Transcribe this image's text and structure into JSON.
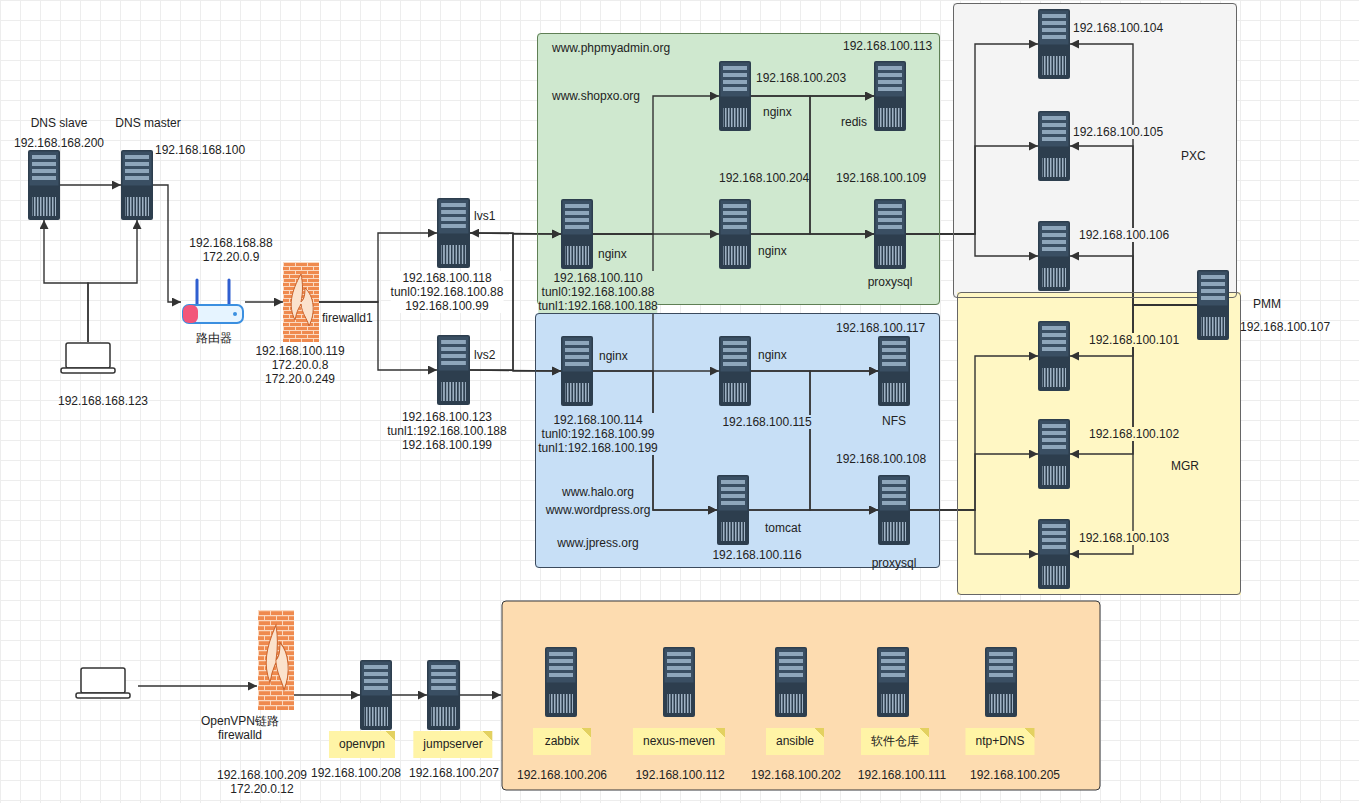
{
  "diagram": {
    "nodes": [
      {
        "text": [
          "DNS slave",
          "192.168.168.200"
        ]
      },
      {
        "text": [
          "DNS master",
          "192.168.168.100"
        ]
      },
      {
        "text": [
          "192.168.168.123"
        ]
      },
      {
        "text": [
          "192.168.168.88 172.20.0.9",
          "路由器"
        ]
      },
      {
        "text": [
          "firewalld1",
          "192.168.100.119 172.20.0.8 172.20.0.249"
        ]
      },
      {
        "text": [
          "lvs1",
          "192.168.100.118 tunl0:192.168.100.88 192.168.100.99"
        ]
      },
      {
        "text": [
          "lvs2",
          "192.168.100.123 tunl1:192.168.100.188 192.168.100.199"
        ]
      },
      {
        "text": [
          "www.phpmyadmin.org",
          "www.shopxo.org"
        ]
      },
      {
        "text": [
          "nginx",
          "192.168.100.110 tunl0:192.168.100.88 tunl1:192.168.100.188"
        ],
        "in": 7
      },
      {
        "text": [
          "192.168.100.203",
          "nginx"
        ],
        "in": 7
      },
      {
        "text": [
          "192.168.100.113",
          "redis"
        ],
        "in": 7
      },
      {
        "text": [
          "192.168.100.204",
          "nginx"
        ],
        "in": 7
      },
      {
        "text": [
          "192.168.100.109",
          "proxysql"
        ],
        "in": 7
      },
      {
        "text": [
          "www.halo.org",
          "www.wordpress.org",
          "www.jpress.org"
        ]
      },
      {
        "text": [
          "nginx",
          "192.168.100.114 tunl0:192.168.100.99 tunl1:192.168.100.199"
        ],
        "in": 13
      },
      {
        "text": [
          "nginx",
          "192.168.100.115"
        ],
        "in": 13
      },
      {
        "text": [
          "192.168.100.117",
          "NFS"
        ],
        "in": 13
      },
      {
        "text": [
          "tomcat",
          "192.168.100.116"
        ],
        "in": 13
      },
      {
        "text": [
          "192.168.100.108",
          "proxysql"
        ],
        "in": 13
      },
      {
        "text": [
          "PXC"
        ]
      },
      {
        "text": [
          "192.168.100.104"
        ],
        "in": 19
      },
      {
        "text": [
          "192.168.100.105"
        ],
        "in": 19
      },
      {
        "text": [
          "192.168.100.106"
        ],
        "in": 19
      },
      {
        "text": [
          "MGR"
        ]
      },
      {
        "text": [
          "192.168.100.101"
        ],
        "in": 23
      },
      {
        "text": [
          "192.168.100.102"
        ],
        "in": 23
      },
      {
        "text": [
          "192.168.100.103"
        ],
        "in": 23
      },
      {
        "text": [
          "PMM",
          "192.168.100.107"
        ]
      },
      {
        "text": [
          "OpenVPN链路 firewalld",
          "192.168.100.209 172.20.0.12"
        ]
      },
      {
        "text": [
          "openvpn",
          "192.168.100.208"
        ]
      },
      {
        "text": [
          "jumpserver",
          "192.168.100.207"
        ]
      },
      {
        "text": [
          "zabbix",
          "192.168.100.206"
        ]
      },
      {
        "text": [
          "nexus-meven",
          "192.168.100.112"
        ]
      },
      {
        "text": [
          "ansible",
          "192.168.100.202"
        ]
      },
      {
        "text": [
          "软件仓库",
          "192.168.100.111"
        ]
      },
      {
        "text": [
          "ntp+DNS",
          "192.168.100.205"
        ]
      }
    ],
    "edges": [
      {
        "from": 0,
        "to": 1,
        "arrow": "to"
      },
      {
        "from": 2,
        "to": 0,
        "arrow": "to"
      },
      {
        "from": 2,
        "to": 1,
        "arrow": "to"
      },
      {
        "from": 1,
        "to": 3,
        "arrow": "to"
      },
      {
        "from": 3,
        "to": 4,
        "arrow": "to"
      },
      {
        "from": 4,
        "to": 5,
        "arrow": "to"
      },
      {
        "from": 4,
        "to": 6,
        "arrow": "to"
      },
      {
        "from": 5,
        "to": 8,
        "arrow": "both"
      },
      {
        "from": 5,
        "to": 14,
        "arrow": "to"
      },
      {
        "from": 6,
        "to": 14,
        "arrow": "to"
      },
      {
        "from": 6,
        "to": 8,
        "arrow": "to"
      },
      {
        "from": 8,
        "to": 9,
        "arrow": "to"
      },
      {
        "from": 8,
        "to": 11,
        "arrow": "to"
      },
      {
        "from": 8,
        "to": 17,
        "arrow": "to"
      },
      {
        "from": 14,
        "to": 15,
        "arrow": "to"
      },
      {
        "from": 14,
        "to": 17,
        "arrow": "to"
      },
      {
        "from": 9,
        "to": 10,
        "arrow": "to"
      },
      {
        "from": 9,
        "to": 12,
        "arrow": "to"
      },
      {
        "from": 11,
        "to": 10,
        "arrow": "to"
      },
      {
        "from": 11,
        "to": 12,
        "arrow": "to"
      },
      {
        "from": 12,
        "to": 20,
        "arrow": "to"
      },
      {
        "from": 12,
        "to": 21,
        "arrow": "to"
      },
      {
        "from": 12,
        "to": 22,
        "arrow": "to"
      },
      {
        "from": 15,
        "to": 16,
        "arrow": "to"
      },
      {
        "from": 15,
        "to": 18,
        "arrow": "to"
      },
      {
        "from": 17,
        "to": 16,
        "arrow": "to"
      },
      {
        "from": 17,
        "to": 18,
        "arrow": "to"
      },
      {
        "from": 18,
        "to": 24,
        "arrow": "to"
      },
      {
        "from": 18,
        "to": 25,
        "arrow": "to"
      },
      {
        "from": 18,
        "to": 26,
        "arrow": "to"
      },
      {
        "from": 27,
        "to": 20,
        "arrow": "to"
      },
      {
        "from": 27,
        "to": 21,
        "arrow": "to"
      },
      {
        "from": 27,
        "to": 22,
        "arrow": "to"
      },
      {
        "from": 27,
        "to": 24,
        "arrow": "to"
      },
      {
        "from": 27,
        "to": 25,
        "arrow": "to"
      },
      {
        "from": 27,
        "to": 26,
        "arrow": "to"
      },
      {
        "from": 28,
        "to": 29,
        "arrow": "to"
      },
      {
        "from": 29,
        "to": 30,
        "arrow": "to"
      }
    ]
  }
}
